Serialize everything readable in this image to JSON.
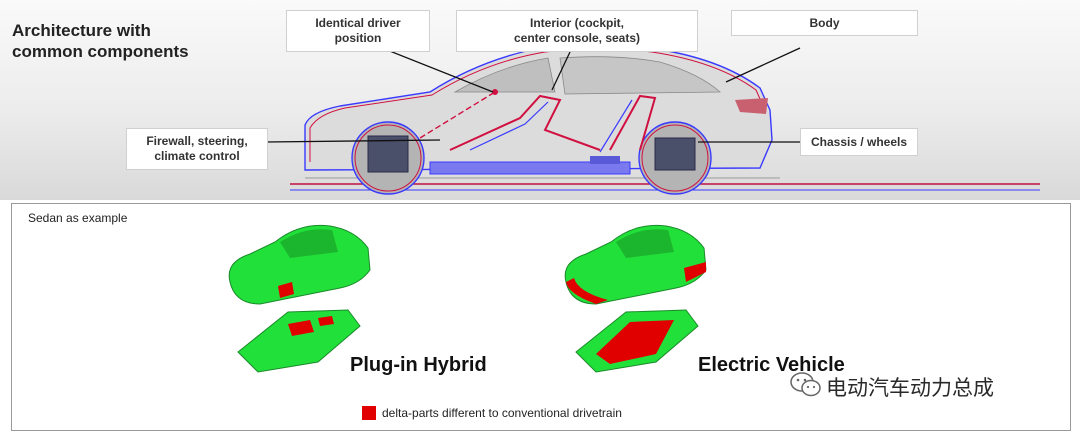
{
  "heading": "Architecture with\ncommon components",
  "labels": {
    "driver_position": "Identical driver\nposition",
    "interior": "Interior (cockpit,\ncenter console, seats)",
    "body": "Body",
    "firewall": "Firewall, steering,\nclimate control",
    "chassis": "Chassis / wheels"
  },
  "panel_title": "Sedan as example",
  "variants": {
    "phev": "Plug-in Hybrid",
    "ev": "Electric Vehicle"
  },
  "legend": {
    "text": "delta-parts different to conventional drivetrain",
    "color": "#e00000"
  },
  "watermark": "电动汽车动力总成",
  "colors": {
    "common": "#22e03a",
    "delta": "#e00000",
    "outline_blue": "#3a3aff",
    "outline_red": "#d01040"
  },
  "icons": {
    "car_cutaway": "car-cutaway-illustration",
    "watermark": "wechat-icon"
  }
}
